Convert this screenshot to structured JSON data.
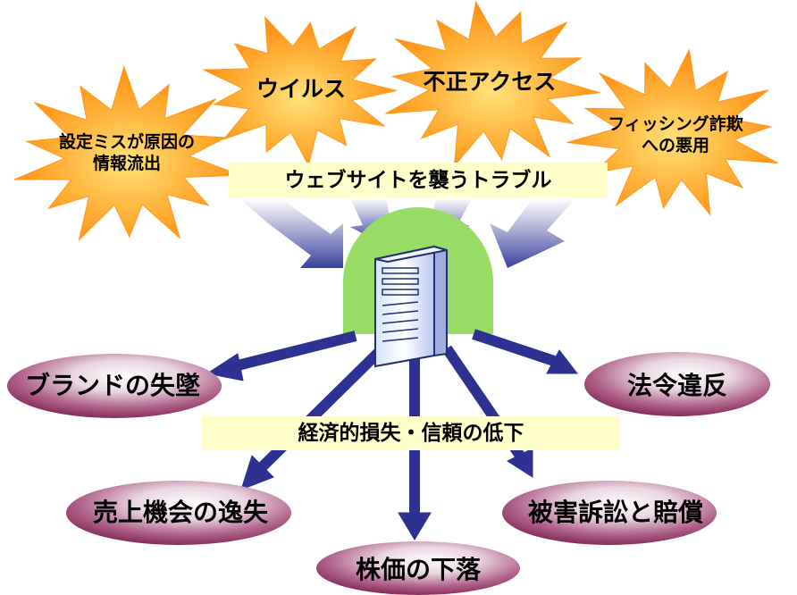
{
  "title_band": "ウェブサイトを襲うトラブル",
  "loss_band": "経済的損失・信頼の低下",
  "threats": [
    {
      "id": "config",
      "text": "設定ミスが原因の\n情報流出"
    },
    {
      "id": "virus",
      "text": "ウイルス"
    },
    {
      "id": "unauth",
      "text": "不正アクセス"
    },
    {
      "id": "phishing",
      "text": "フィッシング詐欺\nへの悪用"
    }
  ],
  "impacts": [
    {
      "id": "brand",
      "text": "ブランドの失墜"
    },
    {
      "id": "law",
      "text": "法令違反"
    },
    {
      "id": "sales",
      "text": "売上機会の逸失"
    },
    {
      "id": "stock",
      "text": "株価の下落"
    },
    {
      "id": "lawsuit",
      "text": "被害訴訟と賠償"
    }
  ],
  "server_icon": "server-tower-icon",
  "colors": {
    "burst": "#ff9a1e",
    "burst_center": "#ffe27a",
    "band": "#ffffcc",
    "dome": "#99dd66",
    "arrow": "#2e3192",
    "ellipse": "#8a2a5a",
    "ellipse_light": "#ffffff"
  }
}
